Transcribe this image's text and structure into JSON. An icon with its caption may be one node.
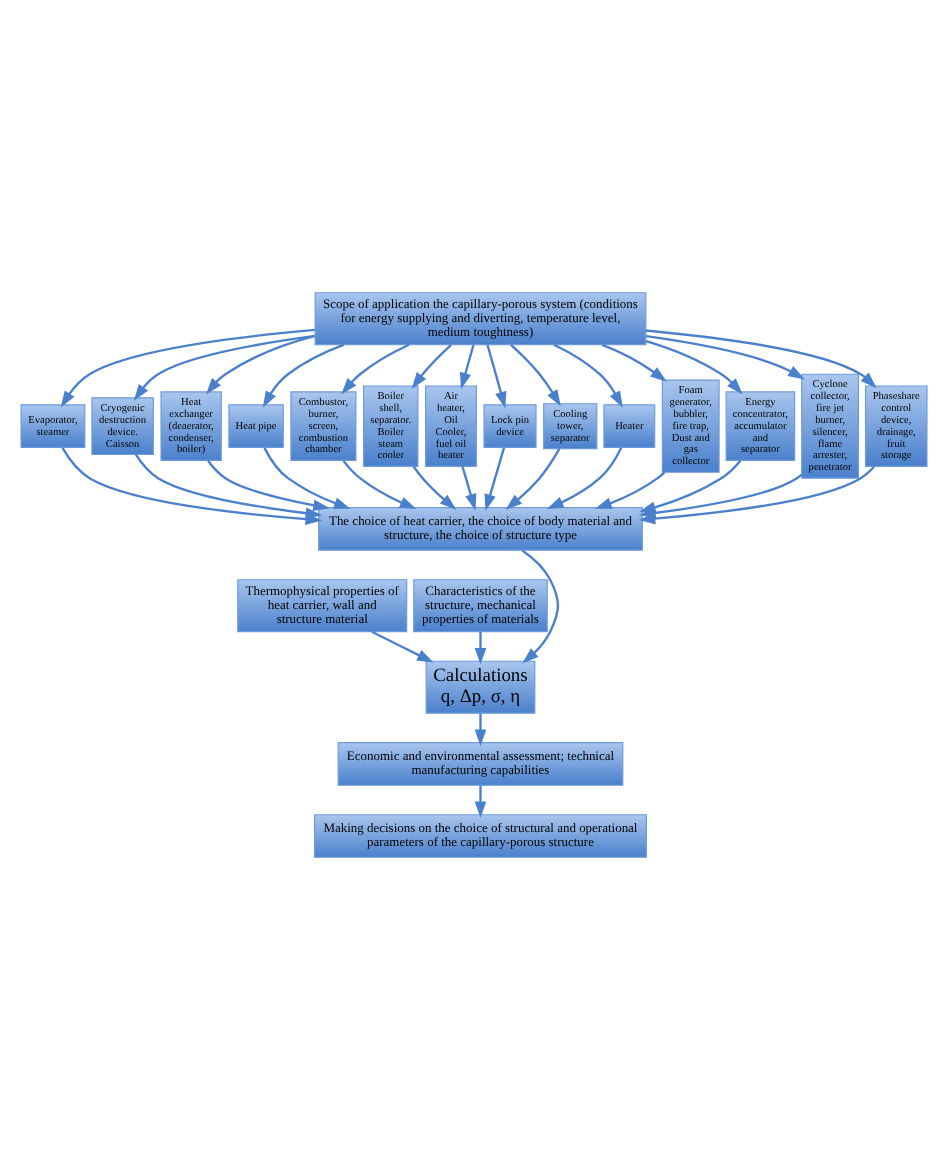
{
  "diagram": {
    "nodes": [
      {
        "text": [
          "Scope of application the capillary-porous system (conditions for energy supplying and diverting, temperature level, medium toughtness)"
        ]
      },
      {
        "text": [
          "Evaporator, steamer"
        ]
      },
      {
        "text": [
          "Cryogenic destruction device. Caisson"
        ]
      },
      {
        "text": [
          "Heat exchanger (deaerator, condenser, boiler)"
        ]
      },
      {
        "text": [
          "Heat pipe"
        ]
      },
      {
        "text": [
          "Combustor, burner, screen, combustion chamber"
        ]
      },
      {
        "text": [
          "Boiler shell, separator. Boiler steam cooler"
        ]
      },
      {
        "text": [
          "Air heater, Oil Cooler, fuel oil heater"
        ]
      },
      {
        "text": [
          "Lock pin device"
        ]
      },
      {
        "text": [
          "Cooling tower, separator"
        ]
      },
      {
        "text": [
          "Heater"
        ]
      },
      {
        "text": [
          "Foam generator, bubbler, fire trap, Dust and gas collector"
        ]
      },
      {
        "text": [
          "Energy concentrator, accumulator and separator"
        ]
      },
      {
        "text": [
          "Cyclone collector, fire jet burner, silencer, flame arrester, penetrator"
        ]
      },
      {
        "text": [
          "Phaseshare control device, drainage, fruit storage"
        ]
      },
      {
        "text": [
          "The choice of heat carrier, the choice of body material and structure, the choice of structure type"
        ]
      },
      {
        "text": [
          "Thermophysical properties of heat carrier, wall and structure material"
        ]
      },
      {
        "text": [
          "Characteristics of the structure, mechanical properties of materials"
        ]
      },
      {
        "text": [
          "Calculations",
          "q, Δp, σ, η"
        ]
      },
      {
        "text": [
          "Economic and environmental assessment; technical manufacturing capabilities"
        ]
      },
      {
        "text": [
          "Making decisions on the choice of structural and operational parameters of the capillary-porous structure"
        ]
      }
    ],
    "edges": [
      {
        "from": 0,
        "to": 1,
        "arrow": "to"
      },
      {
        "from": 0,
        "to": 2,
        "arrow": "to"
      },
      {
        "from": 0,
        "to": 3,
        "arrow": "to"
      },
      {
        "from": 0,
        "to": 4,
        "arrow": "to"
      },
      {
        "from": 0,
        "to": 5,
        "arrow": "to"
      },
      {
        "from": 0,
        "to": 6,
        "arrow": "to"
      },
      {
        "from": 0,
        "to": 7,
        "arrow": "to"
      },
      {
        "from": 0,
        "to": 8,
        "arrow": "to"
      },
      {
        "from": 0,
        "to": 9,
        "arrow": "to"
      },
      {
        "from": 0,
        "to": 10,
        "arrow": "to"
      },
      {
        "from": 0,
        "to": 11,
        "arrow": "to"
      },
      {
        "from": 0,
        "to": 12,
        "arrow": "to"
      },
      {
        "from": 0,
        "to": 13,
        "arrow": "to"
      },
      {
        "from": 0,
        "to": 14,
        "arrow": "to"
      },
      {
        "from": 1,
        "to": 15,
        "arrow": "to"
      },
      {
        "from": 2,
        "to": 15,
        "arrow": "to"
      },
      {
        "from": 3,
        "to": 15,
        "arrow": "to"
      },
      {
        "from": 4,
        "to": 15,
        "arrow": "to"
      },
      {
        "from": 5,
        "to": 15,
        "arrow": "to"
      },
      {
        "from": 6,
        "to": 15,
        "arrow": "to"
      },
      {
        "from": 7,
        "to": 15,
        "arrow": "to"
      },
      {
        "from": 8,
        "to": 15,
        "arrow": "to"
      },
      {
        "from": 9,
        "to": 15,
        "arrow": "to"
      },
      {
        "from": 10,
        "to": 15,
        "arrow": "to"
      },
      {
        "from": 11,
        "to": 15,
        "arrow": "to"
      },
      {
        "from": 12,
        "to": 15,
        "arrow": "to"
      },
      {
        "from": 13,
        "to": 15,
        "arrow": "to"
      },
      {
        "from": 14,
        "to": 15,
        "arrow": "to"
      },
      {
        "from": 15,
        "to": 18,
        "arrow": "to"
      },
      {
        "from": 16,
        "to": 18,
        "arrow": "to"
      },
      {
        "from": 17,
        "to": 18,
        "arrow": "to"
      },
      {
        "from": 18,
        "to": 19,
        "arrow": "to"
      },
      {
        "from": 19,
        "to": 20,
        "arrow": "to"
      }
    ]
  }
}
